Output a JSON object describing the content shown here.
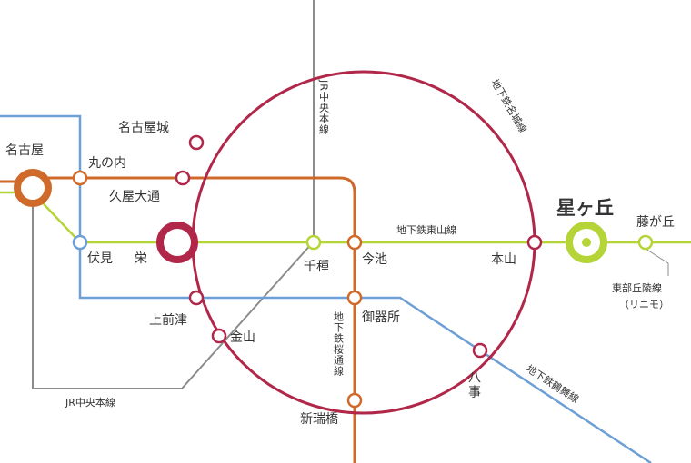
{
  "colors": {
    "meijo": "#b0274a",
    "higashiyama": "#b5d437",
    "tsurumai": "#6d9fd6",
    "sakuradori": "#cf6a2a",
    "jr": "#8c8c8c",
    "linimo": "#b5d437",
    "text": "#333333"
  },
  "lines": {
    "meijo": "地下鉄名城線",
    "higashiyama": "地下鉄東山線",
    "tsurumai": "地下鉄鶴舞線",
    "sakuradori": "地下鉄桜通線",
    "jr_upper": "JR中央本線",
    "jr_lower": "JR中央本線",
    "linimo_1": "東部丘陵線",
    "linimo_2": "（リニモ）"
  },
  "stations": {
    "nagoya": "名古屋",
    "marunouchi": "丸の内",
    "nagoyajo": "名古屋城",
    "hisaya": "久屋大通",
    "fushimi": "伏見",
    "sakae": "栄",
    "chikusa": "千種",
    "imaike": "今池",
    "motoyama": "本山",
    "hoshigaoka": "星ヶ丘",
    "fujigaoka": "藤が丘",
    "kamimaezu": "上前津",
    "kanayama": "金山",
    "gokiso": "御器所",
    "yagoto": "八事",
    "shinmizuhashi": "新瑞橋"
  }
}
